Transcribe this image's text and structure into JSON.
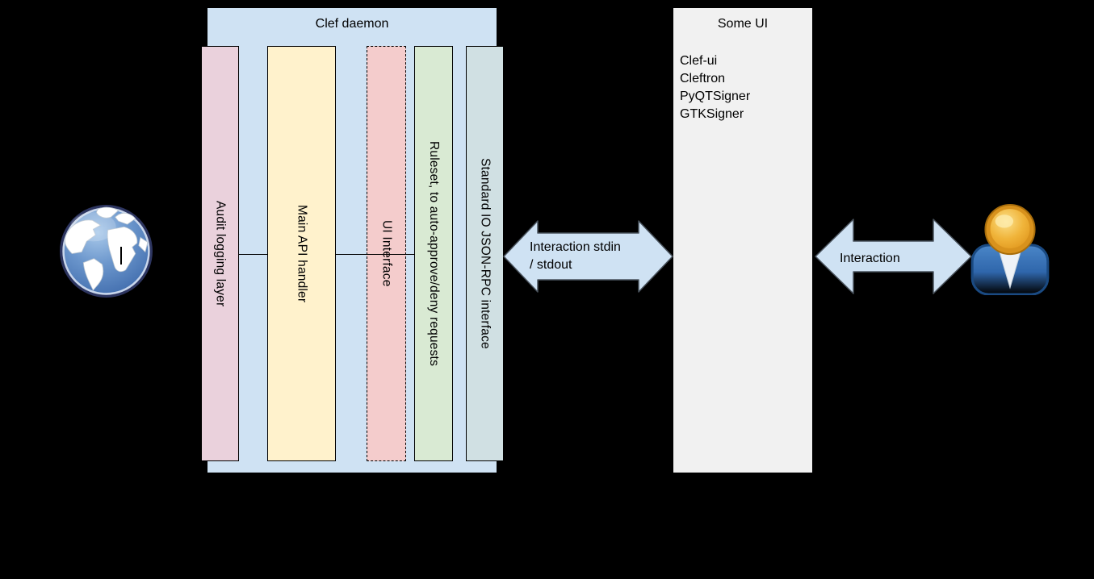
{
  "clef_daemon": {
    "title": "Clef daemon",
    "bars": [
      {
        "label": "Audit logging layer",
        "fill": "#ead1dc"
      },
      {
        "label": "Main API handler",
        "fill": "#fff2cc"
      },
      {
        "label": "UI Interface",
        "fill": "#f4cccc"
      },
      {
        "label": "Ruleset, to auto-approve/deny requests",
        "fill": "#d9ead3"
      },
      {
        "label": "Standard IO JSON-RPC interface",
        "fill": "#d0e0e3"
      }
    ],
    "fill": "#cfe2f3"
  },
  "some_ui": {
    "title": "Some UI",
    "items": [
      "Clef-ui",
      "Cleftron",
      "PyQTSigner",
      "GTKSigner"
    ],
    "fill": "#f1f1f1"
  },
  "arrows": {
    "stdio": {
      "line1": "Interaction stdin",
      "line2": "/ stdout"
    },
    "user": {
      "label": "Interaction"
    }
  },
  "colors": {
    "background": "#000000",
    "arrow_fill": "#cfe2f3",
    "arrow_stroke": "#49525c",
    "connector": "#000000",
    "globe_ocean": "#4a7ab8",
    "globe_rim": "#2d3560",
    "user_head": "#eaa62a",
    "user_body": "#2f66ab",
    "text": "#000000"
  }
}
